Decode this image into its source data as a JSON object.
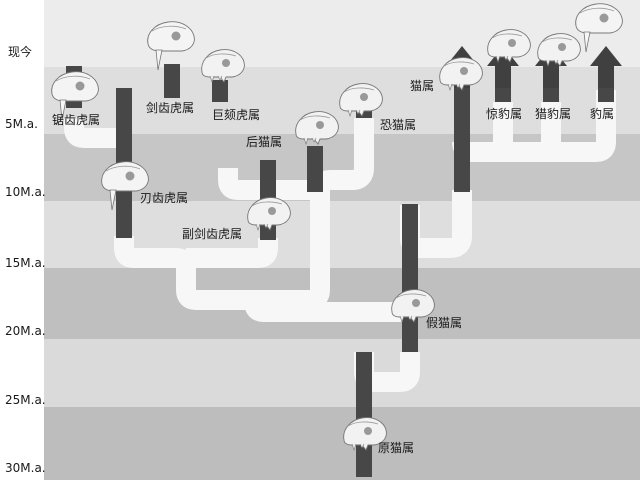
{
  "time_axis": {
    "labels": [
      "现今",
      "5M.a.",
      "10M.a.",
      "15M.a.",
      "20M.a.",
      "25M.a.",
      "30M.a."
    ]
  },
  "genera": {
    "smilodon": "锯齿虎属",
    "machairodus": "剑齿虎属",
    "megantereon": "巨颏虎属",
    "barbourofelis": "后猫属",
    "dinofelis": "恐猫属",
    "homotherium": "刃齿虎属",
    "paramachairodus": "副剑齿虎属",
    "pseudaelurus": "假猫属",
    "proailurus": "原猫属",
    "felis": "猫属",
    "acinonyx": "惊豹属",
    "lynx": "猎豹属",
    "panthera": "豹属"
  },
  "colors": {
    "band_dark": "#bdbdbd",
    "band_light": "#dedede",
    "lineage_bar": "#474747",
    "connector": "#f7f7f7",
    "arrow": "#404040"
  },
  "icons": [
    "skull-icon",
    "extant-arrow-icon"
  ]
}
